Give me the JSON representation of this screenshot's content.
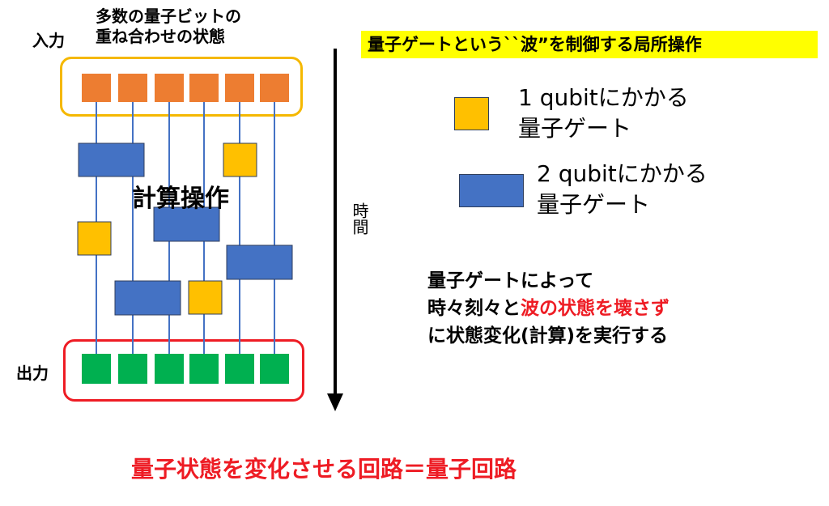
{
  "labels": {
    "input": "入力",
    "output": "出力",
    "superposition_line1": "多数の量子ビットの",
    "superposition_line2": "重ね合わせの状態",
    "computation": "計算操作",
    "time": "時間"
  },
  "title": "量子ゲートという``波”を制御する局所操作",
  "legend": {
    "one_qubit_line1": "1 qubitにかかる",
    "one_qubit_line2": "量子ゲート",
    "two_qubit_line1": "2 qubitにかかる",
    "two_qubit_line2": "量子ゲート"
  },
  "description": {
    "line1": "量子ゲートによって",
    "line2_prefix": "時々刻々と",
    "line2_highlight": "波の状態を壊さず",
    "line3": "に状態変化(計算)を実行する"
  },
  "bottom_caption": "量子状態を変化させる回路＝量子回路",
  "colors": {
    "input_qubit": "#ed7d31",
    "output_qubit": "#00b050",
    "one_qubit_gate": "#ffc000",
    "two_qubit_gate": "#4472c4",
    "wire": "#4472c4",
    "input_border": "#f5b800",
    "output_border": "#ee1c24",
    "highlight": "#ffff00",
    "emphasis": "#ee1c24"
  }
}
